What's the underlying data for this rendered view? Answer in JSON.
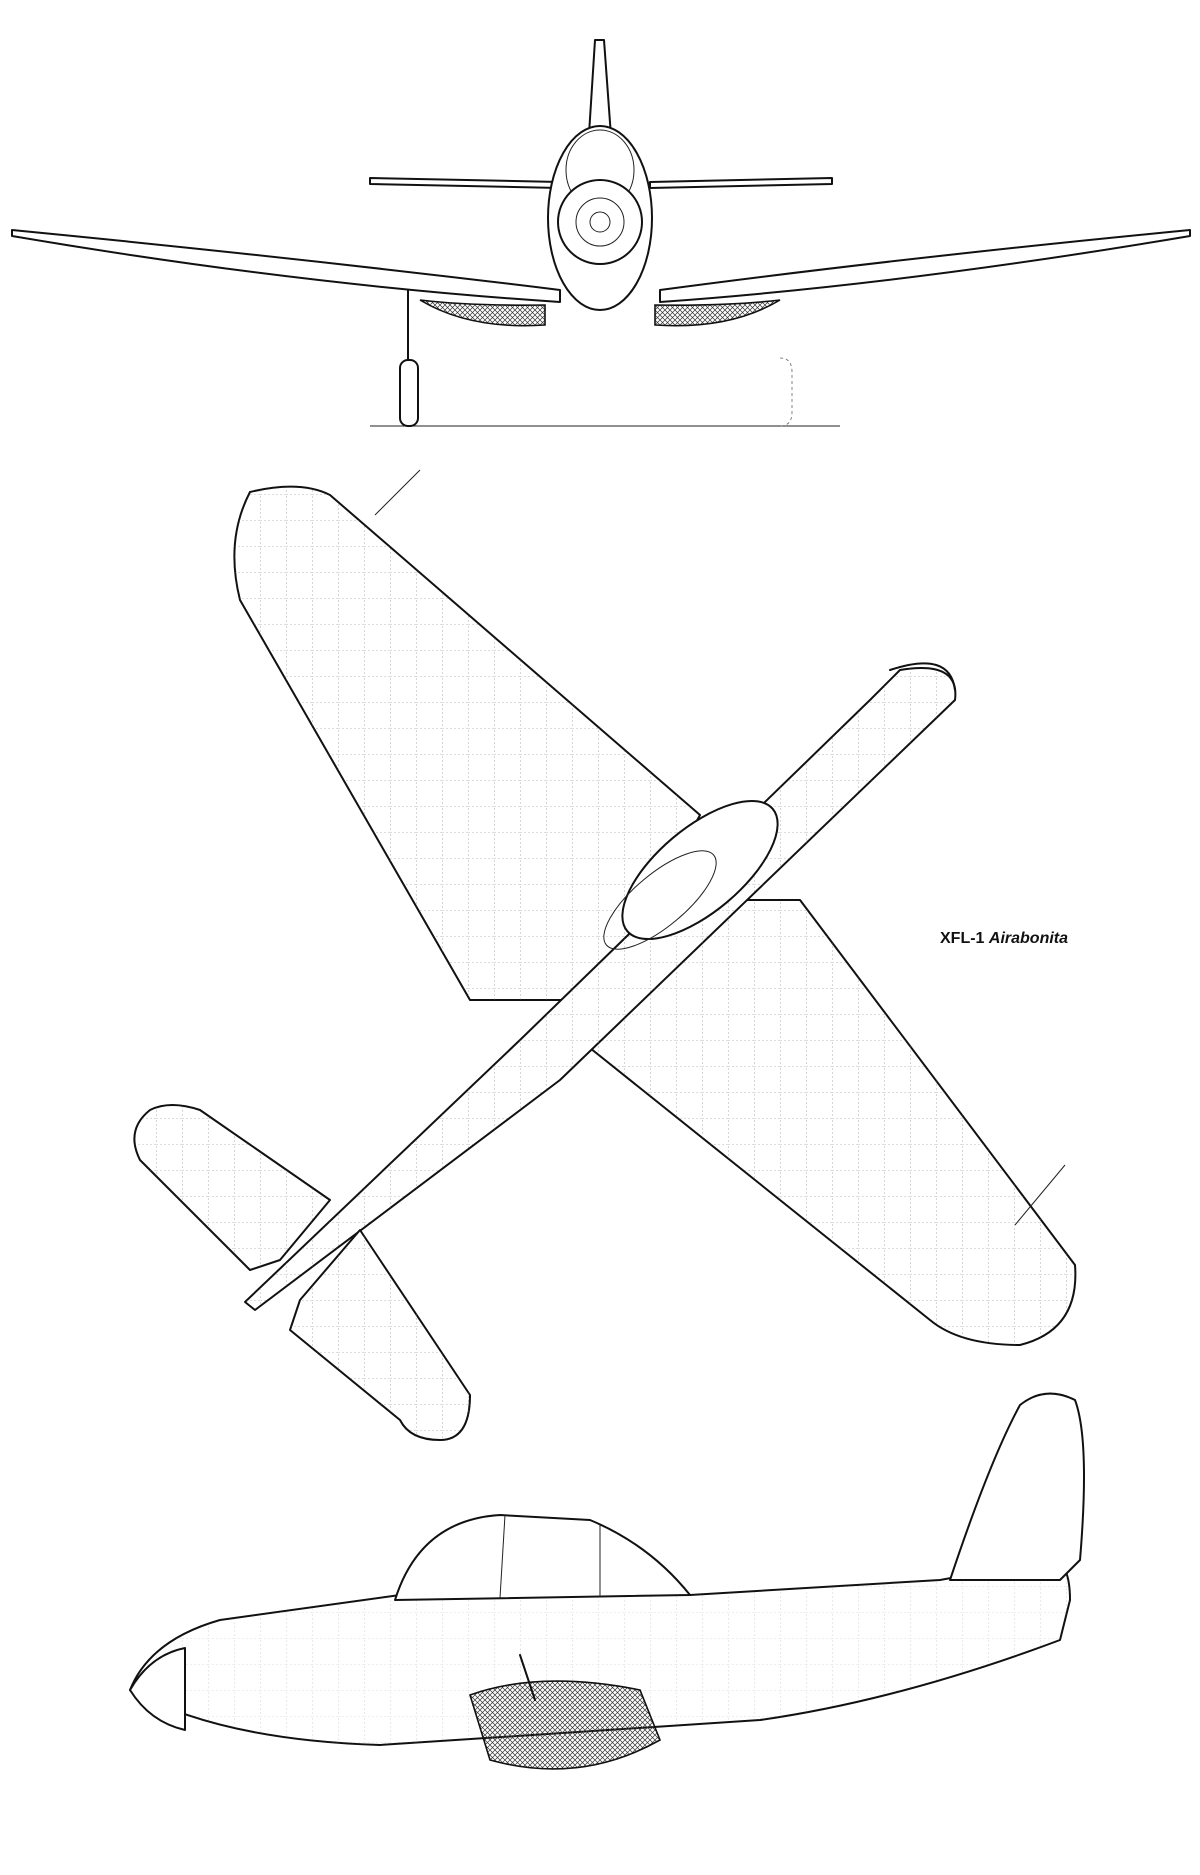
{
  "drawing": {
    "designation": "XFL-1",
    "name": "Airabonita"
  },
  "views": [
    {
      "id": "front",
      "label": ""
    },
    {
      "id": "top",
      "label": ""
    },
    {
      "id": "side",
      "label": ""
    }
  ]
}
